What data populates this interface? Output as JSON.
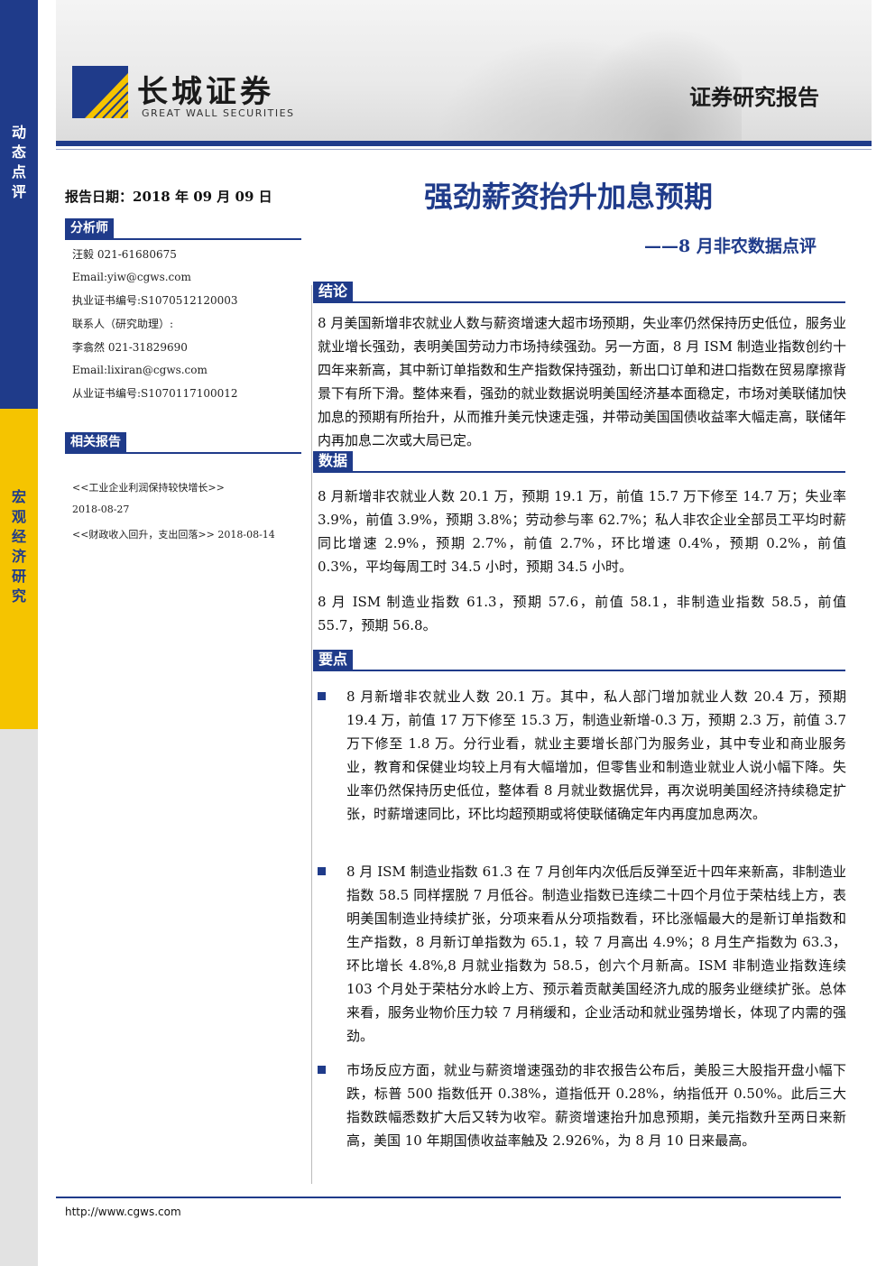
{
  "sidebar": {
    "top_chars": [
      "动",
      "态",
      "点",
      "评"
    ],
    "mid_chars": [
      "宏",
      "观",
      "经",
      "济",
      "研",
      "究"
    ]
  },
  "header": {
    "logo_cn": "长城证券",
    "logo_en": "GREAT WALL SECURITIES",
    "report_type": "证券研究报告"
  },
  "report": {
    "date": "报告日期：2018 年 09 月 09 日",
    "title": "强劲薪资抬升加息预期",
    "subtitle": "——8 月非农数据点评"
  },
  "analyst": {
    "heading": "分析师",
    "lines": [
      "汪毅 021-61680675",
      "Email:yiw@cgws.com",
      "执业证书编号:S1070512120003",
      "联系人（研究助理）:",
      "李翕然 021-31829690",
      "Email:lixiran@cgws.com",
      "从业证书编号:S1070117100012"
    ]
  },
  "related": {
    "heading": "相关报告",
    "lines": [
      "<<工业企业利润保持较快增长>>",
      "2018-08-27",
      "<<财政收入回升，支出回落>> 2018-08-14"
    ]
  },
  "sections": {
    "conclusion": {
      "heading": "结论",
      "text": "8 月美国新增非农就业人数与薪资增速大超市场预期，失业率仍然保持历史低位，服务业就业增长强劲，表明美国劳动力市场持续强劲。另一方面，8 月 ISM 制造业指数创约十四年来新高，其中新订单指数和生产指数保持强劲，新出口订单和进口指数在贸易摩擦背景下有所下滑。整体来看，强劲的就业数据说明美国经济基本面稳定，市场对美联储加快加息的预期有所抬升，从而推升美元快速走强，并带动美国国债收益率大幅走高，联储年内再加息二次或大局已定。"
    },
    "data": {
      "heading": "数据",
      "paragraphs": [
        "8 月新增非农就业人数 20.1 万，预期 19.1 万，前值 15.7 万下修至 14.7 万；失业率 3.9%，前值 3.9%，预期 3.8%；劳动参与率 62.7%；私人非农企业全部员工平均时薪同比增速 2.9%，预期 2.7%，前值 2.7%，环比增速 0.4%，预期 0.2%，前值 0.3%，平均每周工时 34.5 小时，预期 34.5 小时。",
        "8 月 ISM 制造业指数 61.3，预期 57.6，前值 58.1，非制造业指数 58.5，前值 55.7，预期 56.8。"
      ]
    },
    "points": {
      "heading": "要点",
      "bullets": [
        "8 月新增非农就业人数 20.1 万。其中，私人部门增加就业人数 20.4 万，预期 19.4 万，前值 17 万下修至 15.3 万，制造业新增-0.3 万，预期 2.3 万，前值 3.7 万下修至 1.8 万。分行业看，就业主要增长部门为服务业，其中专业和商业服务业，教育和保健业均较上月有大幅增加，但零售业和制造业就业人说小幅下降。失业率仍然保持历史低位，整体看 8 月就业数据优异，再次说明美国经济持续稳定扩张，时薪增速同比，环比均超预期或将使联储确定年内再度加息两次。",
        "8 月 ISM 制造业指数 61.3 在 7 月创年内次低后反弹至近十四年来新高，非制造业指数 58.5 同样摆脱 7 月低谷。制造业指数已连续二十四个月位于荣枯线上方，表明美国制造业持续扩张，分项来看从分项指数看，环比涨幅最大的是新订单指数和生产指数，8 月新订单指数为 65.1，较 7 月高出 4.9%；8 月生产指数为 63.3，环比增长 4.8%,8 月就业指数为 58.5，创六个月新高。ISM 非制造业指数连续 103 个月处于荣枯分水岭上方、预示着贡献美国经济九成的服务业继续扩张。总体来看，服务业物价压力较 7 月稍缓和，企业活动和就业强势增长，体现了内需的强劲。",
        "市场反应方面，就业与薪资增速强劲的非农报告公布后，美股三大股指开盘小幅下跌，标普 500 指数低开 0.38%，道指低开 0.28%，纳指低开 0.50%。此后三大指数跌幅悉数扩大后又转为收窄。薪资增速抬升加息预期，美元指数升至两日来新高，美国 10 年期国债收益率触及 2.926%，为 8 月 10 日来最高。"
      ]
    }
  },
  "footer": {
    "url": "http://www.cgws.com"
  },
  "colors": {
    "brand_blue": "#1f3b8a",
    "brand_yellow": "#f5c400",
    "side_grey": "#e2e2e2"
  }
}
